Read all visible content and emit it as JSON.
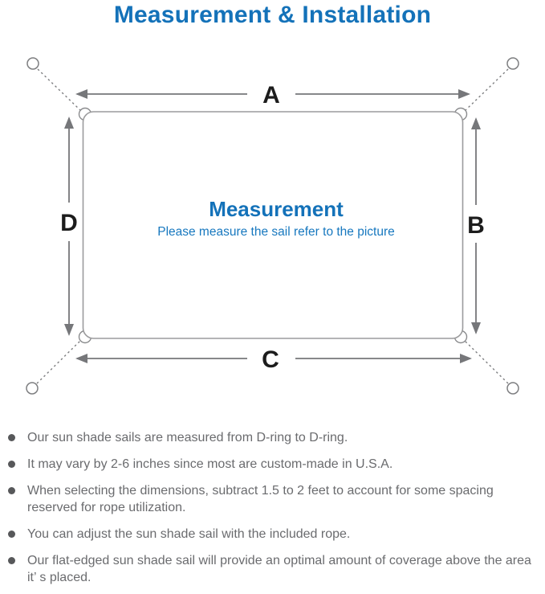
{
  "title": "Measurement & Installation",
  "diagram": {
    "heading": "Measurement",
    "caption": "Please measure the sail refer to the picture",
    "labels": {
      "top": "A",
      "right": "B",
      "bottom": "C",
      "left": "D"
    }
  },
  "bullets": [
    "Our sun shade sails are measured from D-ring to D-ring.",
    "It may vary by 2-6 inches since most are custom-made in U.S.A.",
    "When selecting the dimensions, subtract 1.5 to 2 feet to account for some spacing reserved for rope utilization.",
    "You can adjust the sun shade sail with the included rope.",
    "Our flat-edged sun shade sail will provide an optimal amount of coverage above the area it’ s placed."
  ],
  "colors": {
    "title_blue": "#1472b9",
    "caption_blue": "#1778bf",
    "label_black": "#1c1c1c",
    "line_gray": "#7d7e80",
    "rect_border_gray": "#9b9b9d",
    "body_gray": "#6a6b6e",
    "bullet_gray": "#57585a"
  }
}
